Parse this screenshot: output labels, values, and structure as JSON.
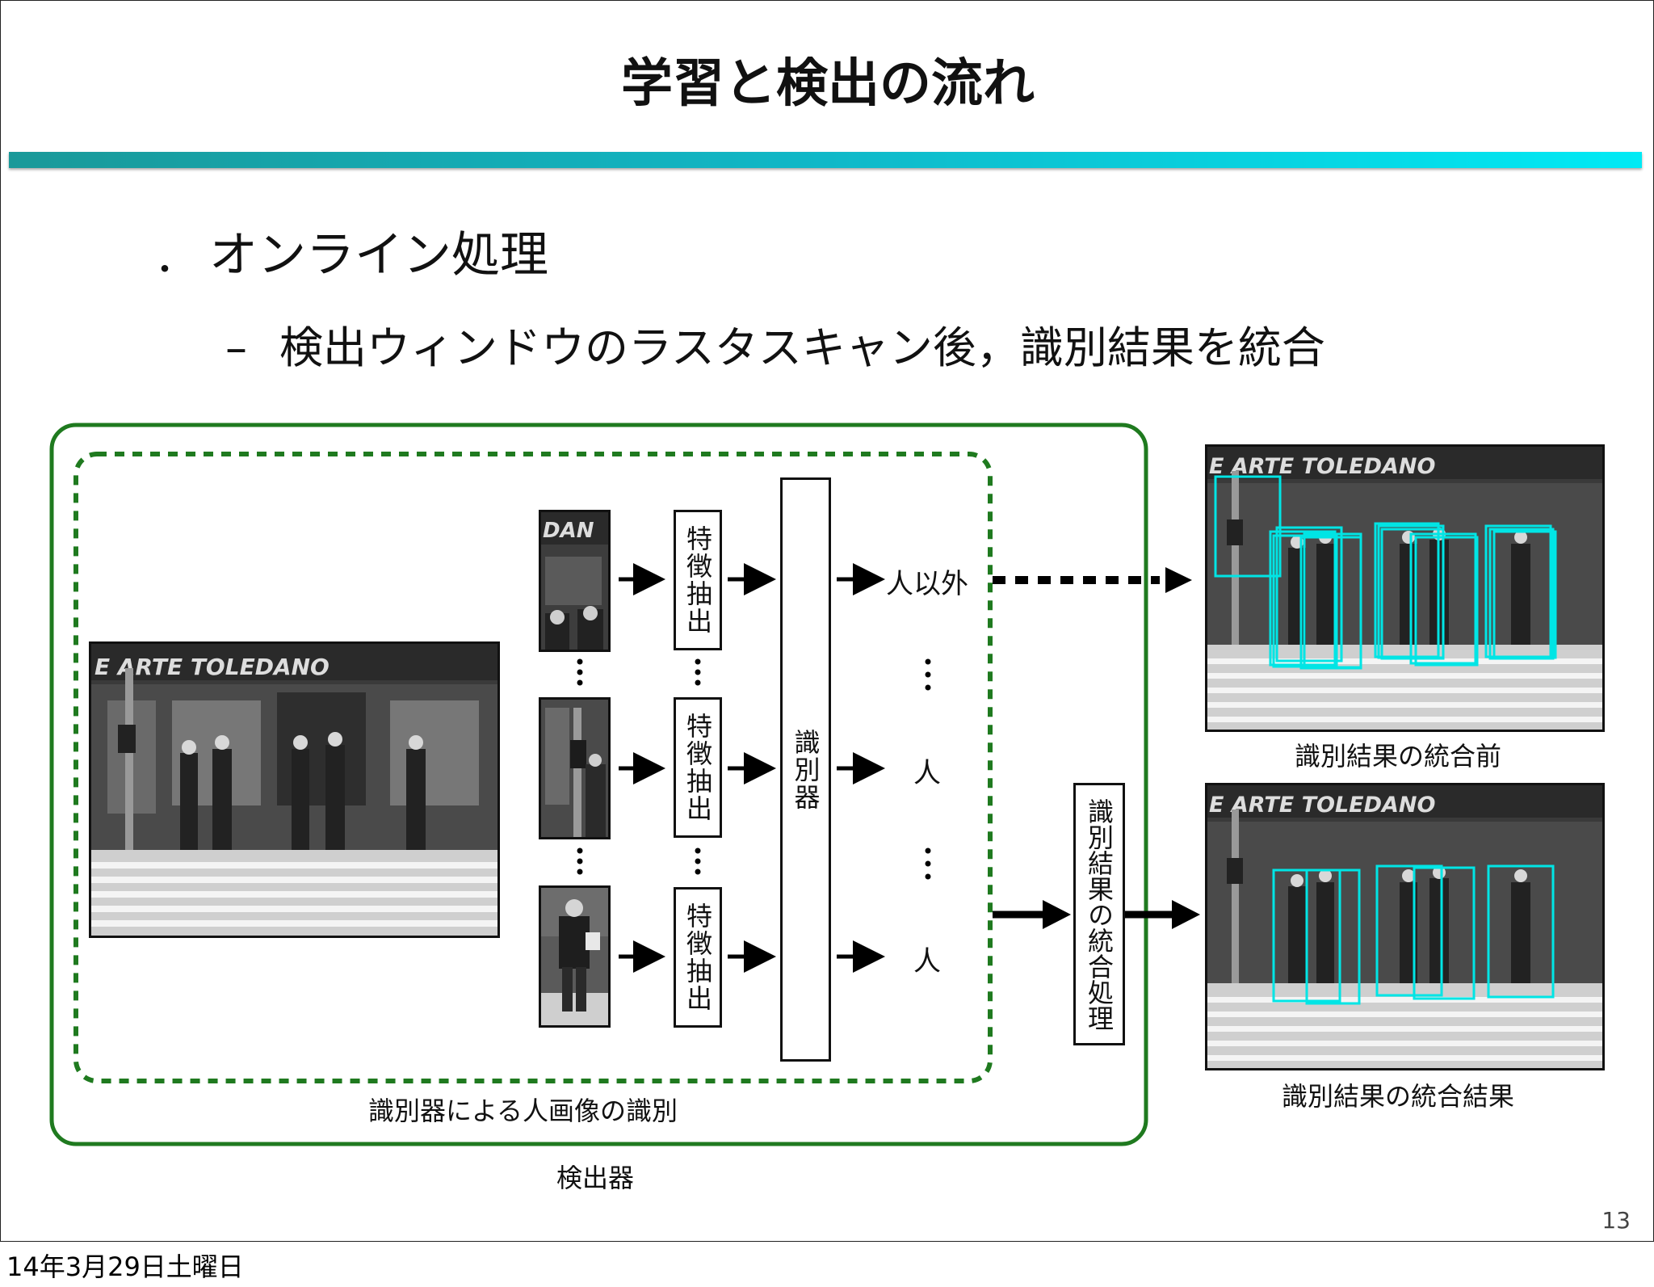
{
  "slide": {
    "title": "学習と検出の流れ",
    "bullet": "オンライン処理",
    "sub_bullet_dash": "–",
    "sub_bullet": "検出ウィンドウのラスタスキャン後，識別結果を統合",
    "page_number": "13"
  },
  "diagram": {
    "feature_extraction": "特徴抽出",
    "classifier": "識別器",
    "non_human": "人以外",
    "human": "人",
    "integration_process": "識別結果の統合処理",
    "inner_box_label": "識別器による人画像の識別",
    "outer_box_label": "検出器",
    "before_integration": "識別結果の統合前",
    "after_integration": "識別結果の統合結果",
    "store_sign": "E ARTE TOLEDANO",
    "crop_sign": "DAN"
  },
  "colors": {
    "outer_box": "#1f7a1f",
    "inner_box": "#1f7a1f",
    "detection_box": "#00e5e5",
    "title_bar_start": "#1a9999",
    "title_bar_end": "#00eaf5"
  },
  "footer": {
    "date": "14年3月29日土曜日"
  }
}
